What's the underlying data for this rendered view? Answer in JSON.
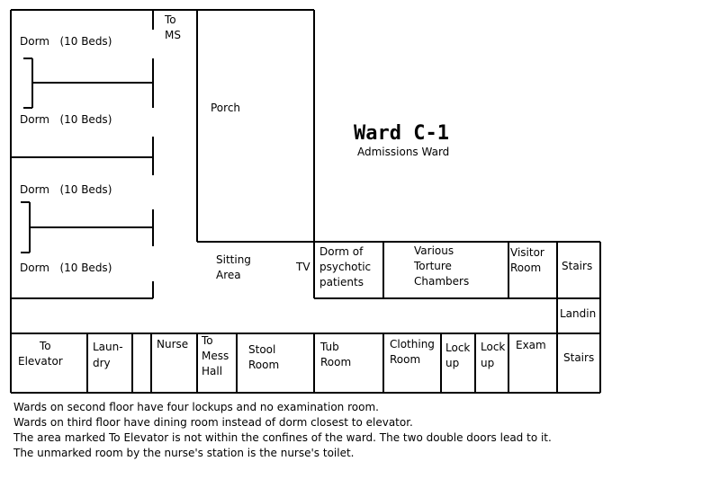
{
  "title": "Ward C-1",
  "subtitle": "Admissions Ward",
  "rooms": {
    "to_ms": [
      "To",
      "MS"
    ],
    "dorm_1": "Dorm   (10 Beds)",
    "dorm_2": "Dorm   (10 Beds)",
    "dorm_3": "Dorm   (10 Beds)",
    "dorm_4": "Dorm   (10 Beds)",
    "porch": "Porch",
    "sitting_area": [
      "Sitting",
      "Area"
    ],
    "tv": "TV",
    "dorm_psychotic": [
      "Dorm of",
      "psychotic",
      "patients"
    ],
    "torture_chambers": [
      "Various",
      "Torture",
      "Chambers"
    ],
    "visitor_room": [
      "Visitor",
      "Room"
    ],
    "stairs_upper": "Stairs",
    "landing": "Landin",
    "to_elevator": [
      "To",
      "Elevator"
    ],
    "laundry": [
      "Laun-",
      "dry"
    ],
    "nurse": "Nurse",
    "to_mess_hall": [
      "To",
      "Mess",
      "Hall"
    ],
    "stool_room": [
      "Stool",
      "Room"
    ],
    "tub_room": [
      "Tub",
      "Room"
    ],
    "clothing_room": [
      "Clothing",
      "Room"
    ],
    "lockup_1": [
      "Lock",
      "up"
    ],
    "lockup_2": [
      "Lock",
      "up"
    ],
    "exam": "Exam",
    "stairs_lower": "Stairs"
  },
  "notes": [
    "Wards on second floor have four lockups and no examination room.",
    "Wards on third floor have dining room instead of dorm closest to elevator.",
    "The area marked To Elevator is not within the confines of the ward. The two double doors lead to it.",
    "The unmarked room by the nurse's station is the nurse's toilet."
  ]
}
